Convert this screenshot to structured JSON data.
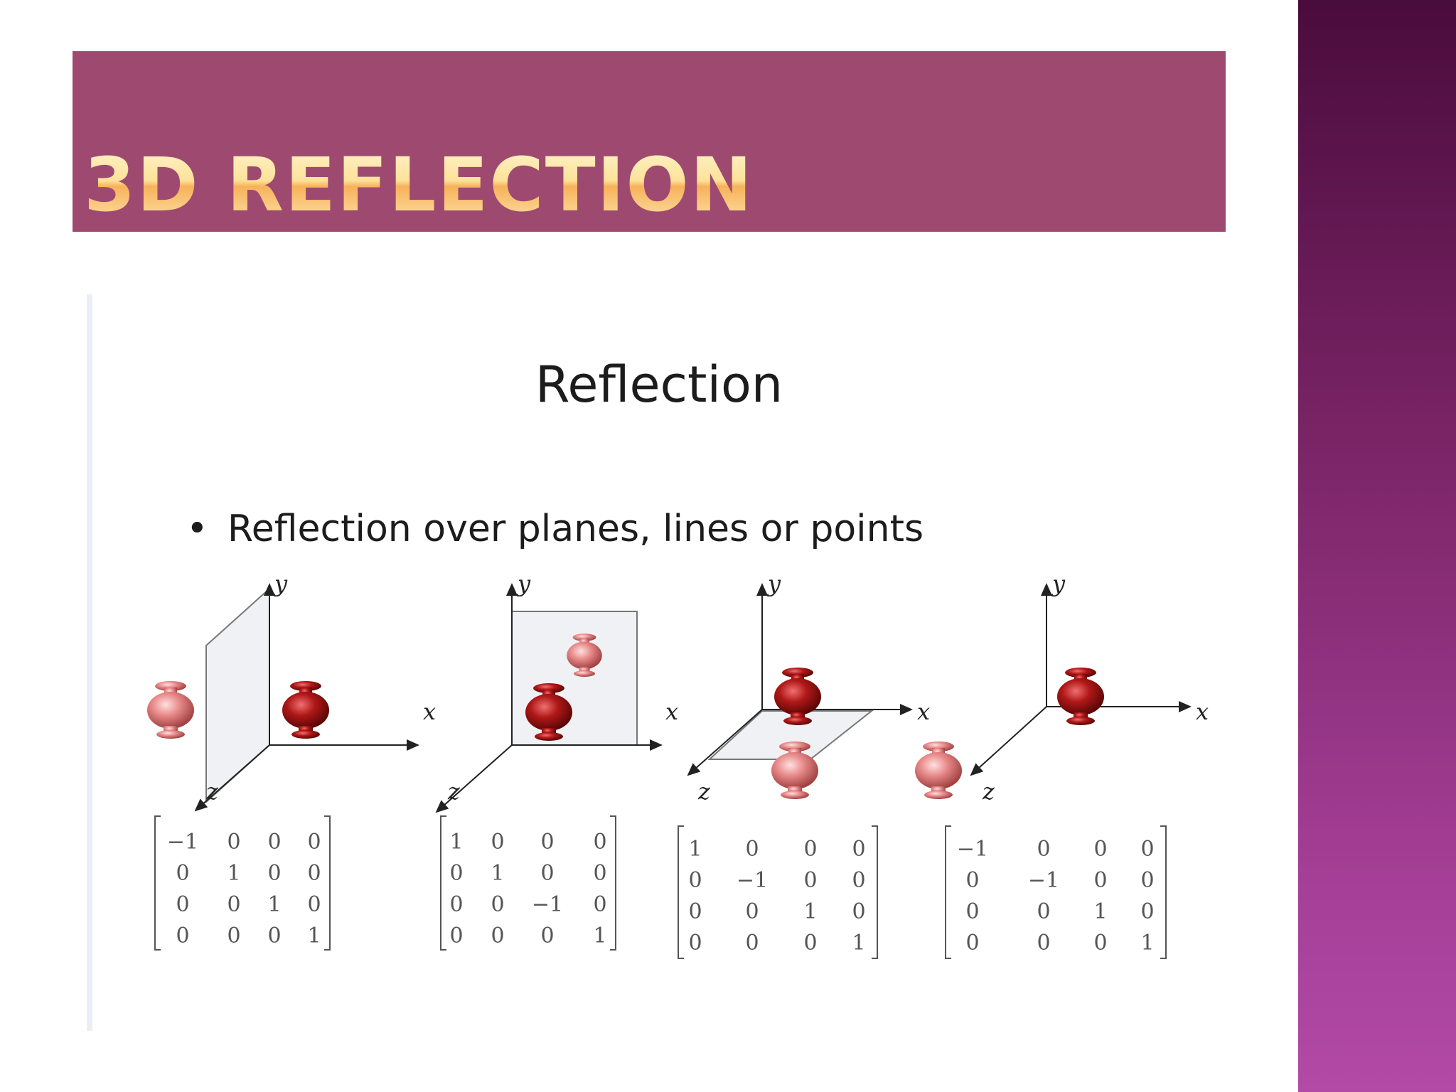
{
  "slide": {
    "title": "3D REFLECTION",
    "colors": {
      "title_band": "#9e4a70",
      "right_band": "#7a2466",
      "title_text": "#fde29a"
    }
  },
  "figure": {
    "heading": "Reflection",
    "bullet": "Reflection over planes, lines or points",
    "axis_labels": {
      "x": "x",
      "y": "y",
      "z": "z"
    },
    "matrices": [
      [
        [
          "−1",
          "0",
          "0",
          "0"
        ],
        [
          "0",
          "1",
          "0",
          "0"
        ],
        [
          "0",
          "0",
          "1",
          "0"
        ],
        [
          "0",
          "0",
          "0",
          "1"
        ]
      ],
      [
        [
          "1",
          "0",
          "0",
          "0"
        ],
        [
          "0",
          "1",
          "0",
          "0"
        ],
        [
          "0",
          "0",
          "−1",
          "0"
        ],
        [
          "0",
          "0",
          "0",
          "1"
        ]
      ],
      [
        [
          "1",
          "0",
          "0",
          "0"
        ],
        [
          "0",
          "−1",
          "0",
          "0"
        ],
        [
          "0",
          "0",
          "1",
          "0"
        ],
        [
          "0",
          "0",
          "0",
          "1"
        ]
      ],
      [
        [
          "−1",
          "0",
          "0",
          "0"
        ],
        [
          "0",
          "−1",
          "0",
          "0"
        ],
        [
          "0",
          "0",
          "1",
          "0"
        ],
        [
          "0",
          "0",
          "0",
          "1"
        ]
      ]
    ]
  }
}
